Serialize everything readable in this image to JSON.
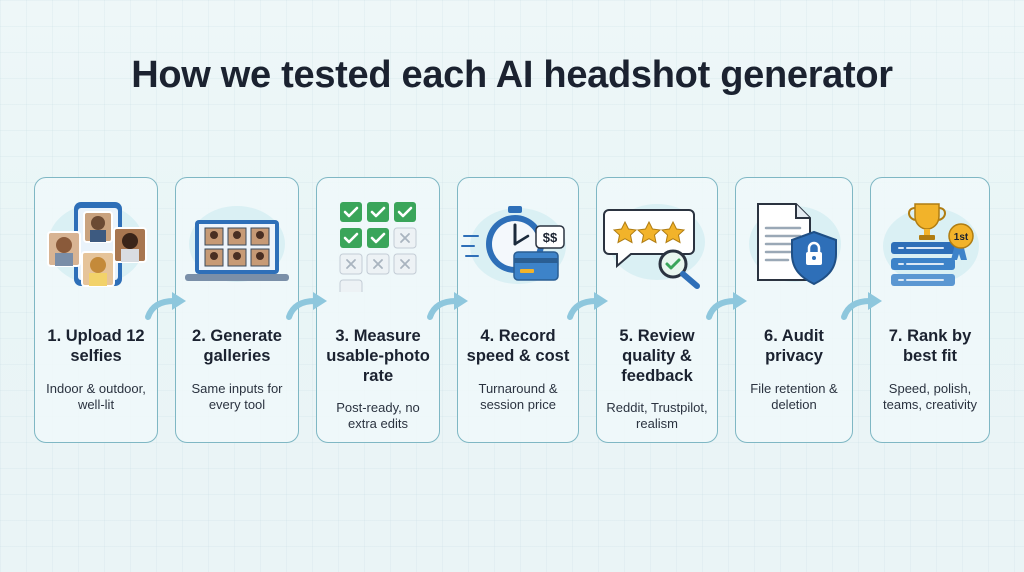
{
  "title": "How we tested each AI headshot generator",
  "colors": {
    "card_border": "#7fb7c4",
    "accent_blue": "#3d83c9",
    "check_green": "#3aa55a",
    "star_gold": "#f2b32a",
    "arrow_blue": "#8ec7dd"
  },
  "steps": [
    {
      "title": "1. Upload 12 selfies",
      "desc": "Indoor & outdoor, well-lit",
      "icon": "phone-selfies-icon"
    },
    {
      "title": "2. Generate galleries",
      "desc": "Same inputs for every tool",
      "icon": "laptop-gallery-icon"
    },
    {
      "title": "3. Measure usable-photo rate",
      "desc": "Post-ready, no extra edits",
      "icon": "checkmark-grid-icon"
    },
    {
      "title": "4. Record speed & cost",
      "desc": "Turnaround & session price",
      "icon": "stopwatch-money-icon"
    },
    {
      "title": "5. Review quality & feedback",
      "desc": "Reddit, Trustpilot, realism",
      "icon": "review-stars-icon"
    },
    {
      "title": "6. Audit privacy",
      "desc": "File retention & deletion",
      "icon": "document-shield-icon"
    },
    {
      "title": "7. Rank by best fit",
      "desc": "Speed, polish, teams, creativity",
      "icon": "trophy-ranking-icon"
    }
  ],
  "rank_badge": "1st",
  "money_label": "$$"
}
